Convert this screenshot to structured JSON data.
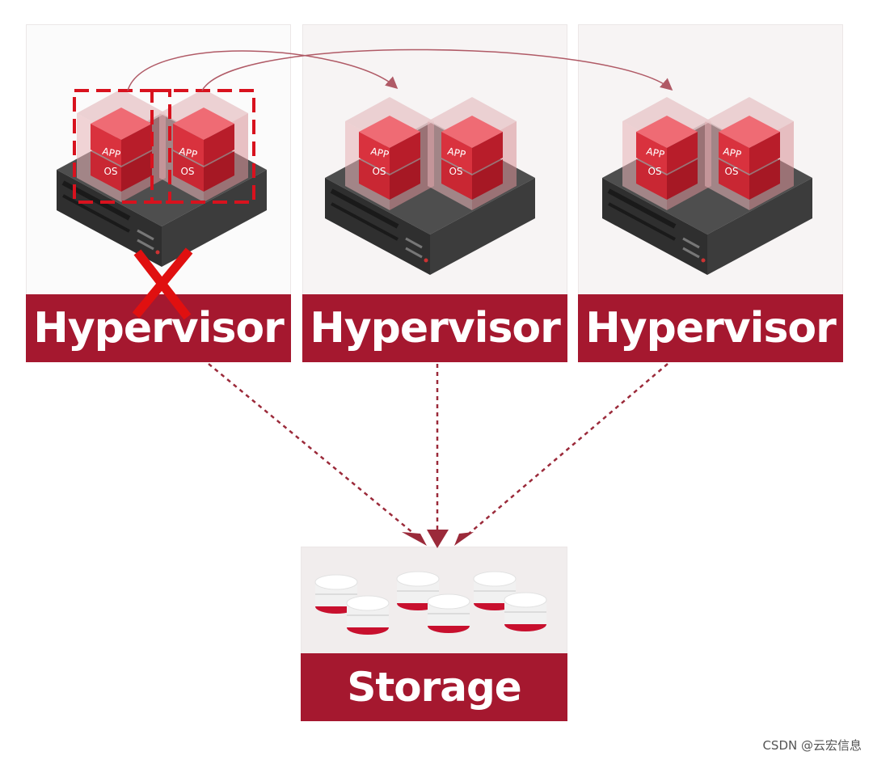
{
  "hosts": [
    {
      "label": "Hypervisor",
      "vms": [
        {
          "app": "APP",
          "os": "OS"
        },
        {
          "app": "APP",
          "os": "OS"
        }
      ]
    },
    {
      "label": "Hypervisor",
      "vms": [
        {
          "app": "APP",
          "os": "OS"
        },
        {
          "app": "APP",
          "os": "OS"
        }
      ]
    },
    {
      "label": "Hypervisor",
      "vms": [
        {
          "app": "APP",
          "os": "OS"
        },
        {
          "app": "APP",
          "os": "OS"
        }
      ]
    }
  ],
  "storage": {
    "label": "Storage"
  },
  "watermark": "CSDN @云宏信息",
  "colors": {
    "brand": "#a5182f",
    "failure": "#e01010",
    "connector": "#9b2a3a"
  }
}
